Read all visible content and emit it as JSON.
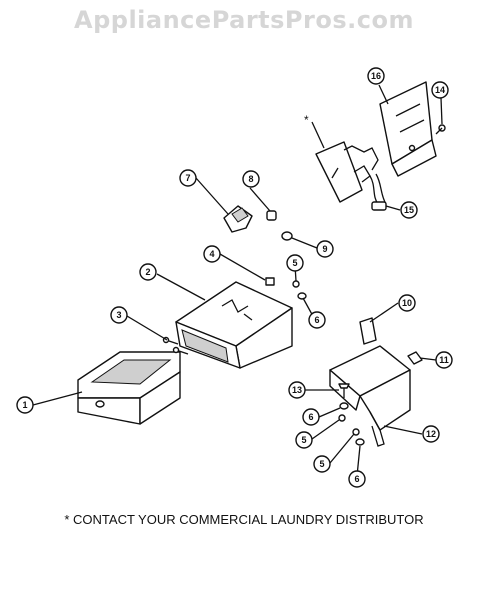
{
  "watermark": "AppliancePartsPros.com",
  "footer_note": "* CONTACT YOUR COMMERCIAL LAUNDRY DISTRIBUTOR",
  "asterisk": "*",
  "callouts": [
    {
      "id": "c1",
      "label": "1"
    },
    {
      "id": "c2",
      "label": "2"
    },
    {
      "id": "c3",
      "label": "3"
    },
    {
      "id": "c4",
      "label": "4"
    },
    {
      "id": "c5a",
      "label": "5"
    },
    {
      "id": "c6a",
      "label": "6"
    },
    {
      "id": "c7",
      "label": "7"
    },
    {
      "id": "c8",
      "label": "8"
    },
    {
      "id": "c9",
      "label": "9"
    },
    {
      "id": "c10",
      "label": "10"
    },
    {
      "id": "c11",
      "label": "11"
    },
    {
      "id": "c12",
      "label": "12"
    },
    {
      "id": "c13",
      "label": "13"
    },
    {
      "id": "c6b",
      "label": "6"
    },
    {
      "id": "c5b",
      "label": "5"
    },
    {
      "id": "c5c",
      "label": "5"
    },
    {
      "id": "c6c",
      "label": "6"
    },
    {
      "id": "c14",
      "label": "14"
    },
    {
      "id": "c15",
      "label": "15"
    },
    {
      "id": "c16",
      "label": "16"
    }
  ]
}
